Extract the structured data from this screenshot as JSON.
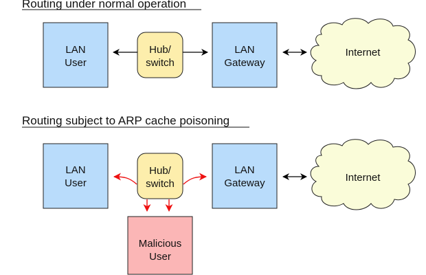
{
  "colors": {
    "lan_box": "#b9dcfb",
    "hub_box": "#fdeeac",
    "cloud": "#fafcd9",
    "malicious_box": "#fbb6b6",
    "normal_arrow": "#000000",
    "poison_arrow": "#ee1111"
  },
  "sections": [
    {
      "title": "Routing under normal operation",
      "lan_user": [
        "LAN",
        "User"
      ],
      "hub": [
        "Hub/",
        "switch"
      ],
      "gateway": [
        "LAN",
        "Gateway"
      ],
      "internet": "Internet"
    },
    {
      "title": "Routing subject to ARP cache poisoning",
      "lan_user": [
        "LAN",
        "User"
      ],
      "hub": [
        "Hub/",
        "switch"
      ],
      "gateway": [
        "LAN",
        "Gateway"
      ],
      "internet": "Internet",
      "malicious": [
        "Malicious",
        "User"
      ]
    }
  ]
}
